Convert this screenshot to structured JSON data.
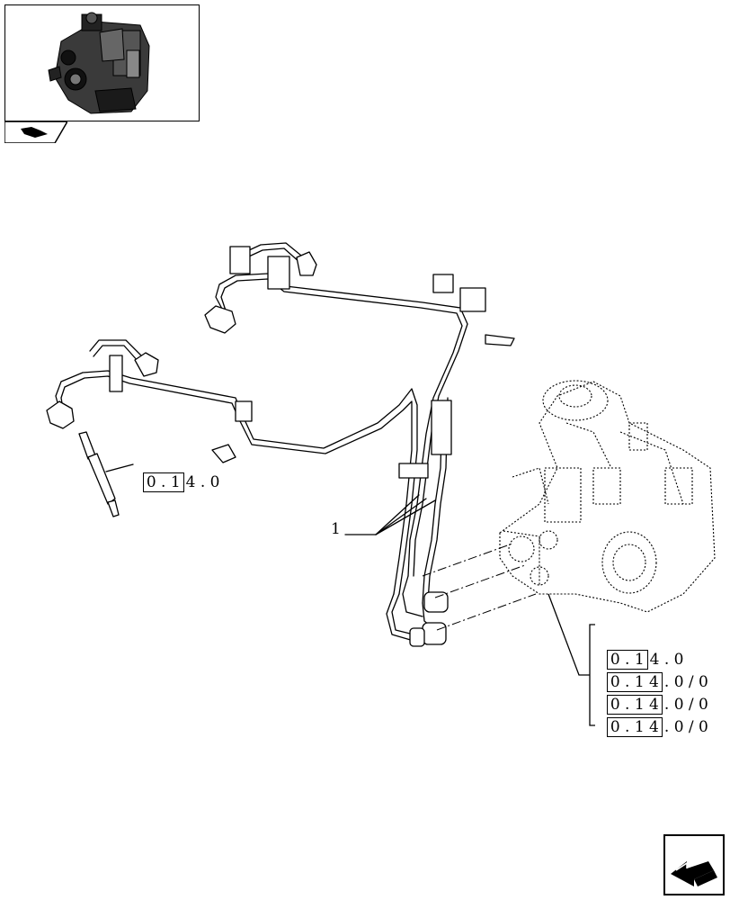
{
  "callout": {
    "label": "1"
  },
  "injector_ref": {
    "boxed": "0 . 1",
    "rest": "4 . 0"
  },
  "pump_refs": [
    {
      "boxed": "0 . 1",
      "rest": "4 . 0"
    },
    {
      "boxed": "0 . 1 4",
      "rest": ". 0 / 0"
    },
    {
      "boxed": "0 . 1 4",
      "rest": ". 0 / 0"
    },
    {
      "boxed": "0 . 1 4",
      "rest": ". 0 / 0"
    }
  ]
}
